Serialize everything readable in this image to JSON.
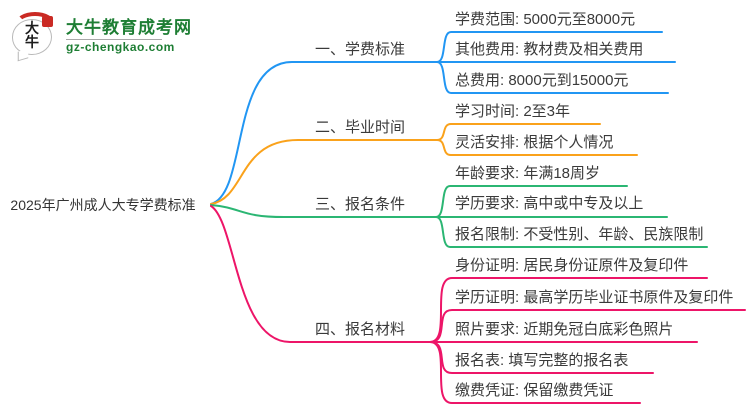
{
  "logo": {
    "site_name": "大牛教育成考网",
    "site_domain": "gz-chengkao.com",
    "icon_text": "大牛",
    "brand_color": "#1e7e34"
  },
  "root": {
    "title": "2025年广州成人大专学费标准"
  },
  "branches": [
    {
      "label": "一、学费标准",
      "color": "#2196F3",
      "leaves": [
        "学费范围: 5000元至8000元",
        "其他费用: 教材费及相关费用",
        "总费用: 8000元到15000元"
      ]
    },
    {
      "label": "二、毕业时间",
      "color": "#FAA21B",
      "leaves": [
        "学习时间: 2至3年",
        "灵活安排: 根据个人情况"
      ]
    },
    {
      "label": "三、报名条件",
      "color": "#2BB673",
      "leaves": [
        "年龄要求: 年满18周岁",
        "学历要求: 高中或中专及以上",
        "报名限制: 不受性别、年龄、民族限制"
      ]
    },
    {
      "label": "四、报名材料",
      "color": "#ED1568",
      "leaves": [
        "身份证明: 居民身份证原件及复印件",
        "学历证明: 最高学历毕业证书原件及复印件",
        "照片要求: 近期免冠白底彩色照片",
        "报名表: 填写完整的报名表",
        "缴费凭证: 保留缴费凭证"
      ]
    }
  ]
}
